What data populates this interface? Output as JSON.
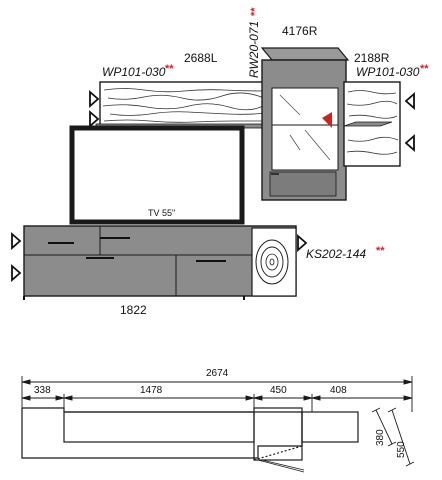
{
  "labels": {
    "shelf_left_code": "2688L",
    "shelf_left_finish": "WP101-030",
    "tall_unit_code": "4176R",
    "tall_unit_finish": "RW20-071",
    "shelf_right_code": "2188R",
    "shelf_right_finish": "WP101-030",
    "tv_label": "TV 55\"",
    "lowboard_finish": "KS202-144",
    "lowboard_code": "1822",
    "marker": "**"
  },
  "dimensions": {
    "total_width": "2674",
    "seg1": "338",
    "seg2": "1478",
    "seg3": "450",
    "seg4": "408",
    "depth_1": "380",
    "depth_2": "550"
  },
  "colors": {
    "unit_grey": "#8c8c8c",
    "unit_dark": "#6f6f6f",
    "line": "#1a1a1a",
    "marker_red": "#d42020"
  }
}
